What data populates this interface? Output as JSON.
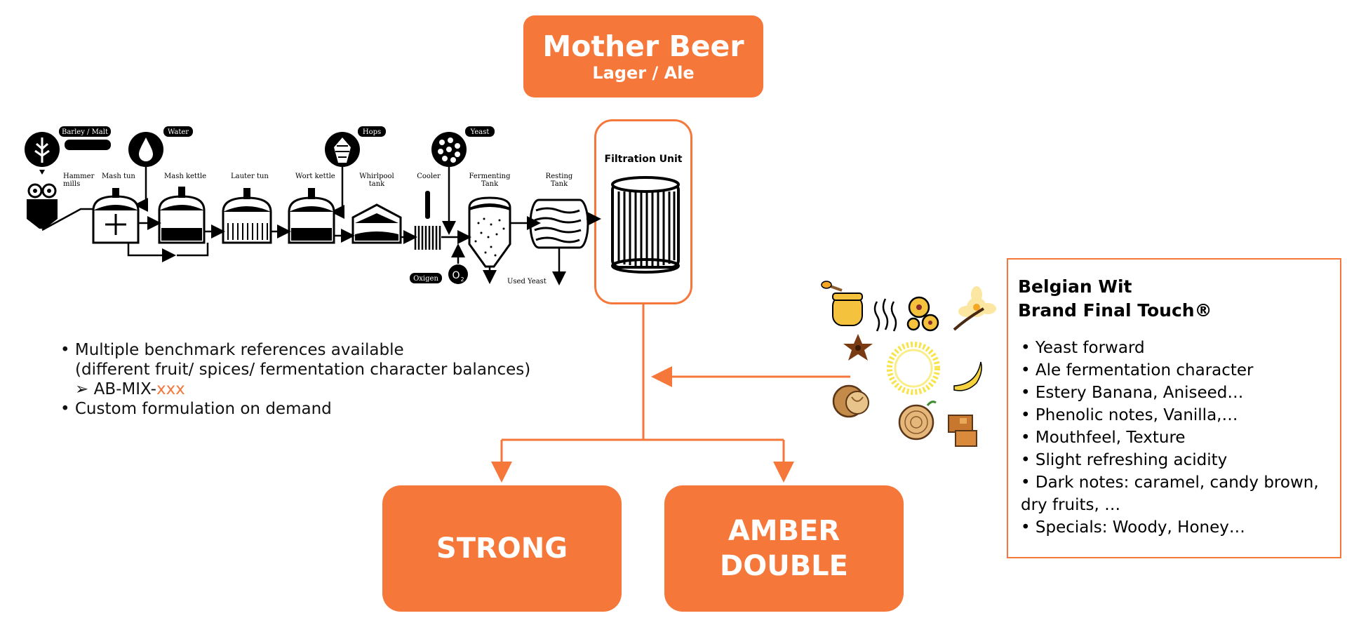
{
  "mother_beer": {
    "title": "Mother Beer",
    "subtitle": "Lager / Ale"
  },
  "process": {
    "ingredients": [
      "Barley / Malt",
      "Water",
      "Hops",
      "Yeast"
    ],
    "steps": [
      "Hammer mills",
      "Mash tun",
      "Mash kettle",
      "Lauter tun",
      "Wort kettle",
      "Whirlpool tank",
      "Cooler",
      "Fermenting Tank",
      "Resting Tank"
    ],
    "oxigen": "Oxigen",
    "o2": "O",
    "o2_sub": "2",
    "used_yeast": "Used Yeast"
  },
  "filtration": {
    "label": "Filtration Unit"
  },
  "benchmark": {
    "line1": "• Multiple benchmark references available",
    "line2": "(different fruit/ spices/ fermentation character balances)",
    "arrow": "➢",
    "mix_prefix": "AB-MIX-",
    "mix_suffix": "xxx",
    "line4": "• Custom formulation on demand"
  },
  "outputs": {
    "strong": "STRONG",
    "amber_line1": "AMBER",
    "amber_line2": "DOUBLE"
  },
  "belgian_wit": {
    "title_line1": "Belgian Wit",
    "title_line2": "Brand Final Touch®",
    "items": [
      "• Yeast forward",
      "• Ale fermentation character",
      "• Estery Banana, Aniseed…",
      "• Phenolic notes, Vanilla,…",
      "• Mouthfeel, Texture",
      "• Slight refreshing acidity",
      "• Dark notes: caramel, candy brown, dry fruits, …",
      "• Specials: Woody, Honey…"
    ]
  },
  "icons": [
    "honey-icon",
    "aroma-icon",
    "yeast-cells-icon",
    "vanilla-flower-icon",
    "star-anise-icon",
    "citrus-ring-icon",
    "banana-icon",
    "walnut-icon",
    "wood-log-icon",
    "caramel-icon"
  ],
  "colors": {
    "accent": "#F5773A",
    "dark": "#000000"
  }
}
